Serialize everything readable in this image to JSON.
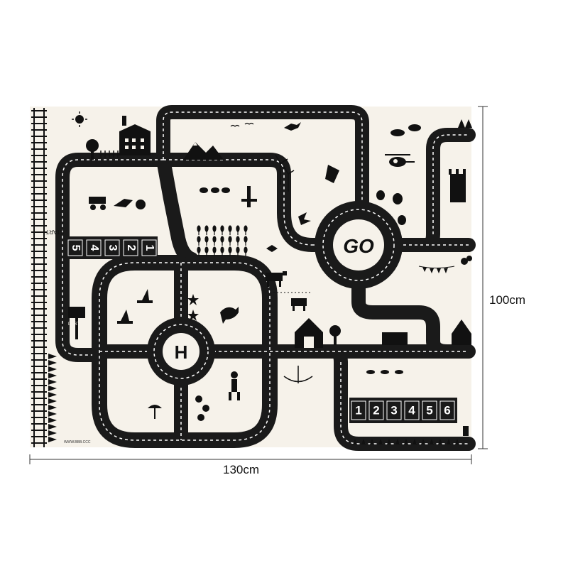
{
  "dimensions": {
    "width_label": "130cm",
    "height_label": "100cm"
  },
  "mat": {
    "roundabout_go_label": "GO",
    "helipad_label": "H",
    "start_label": "START",
    "post_label": "POST",
    "parking_left": [
      "1",
      "2",
      "3",
      "4",
      "5"
    ],
    "parking_bottom": [
      "1",
      "2",
      "3",
      "4",
      "5",
      "6"
    ],
    "footer_text": "WWW.BBB.CCC",
    "icons": [
      "sun-icon",
      "cloud-icon",
      "house-icon",
      "mountain-icon",
      "tree-icon",
      "windmill-icon",
      "helicopter-icon",
      "balloon-icon",
      "bird-icon",
      "cow-icon",
      "sailboat-icon",
      "dolphin-icon",
      "barn-icon",
      "circus-tent-icon",
      "castle-icon",
      "tractor-icon",
      "mailbox-icon",
      "log-pile-icon",
      "swing-icon",
      "flag-bunting-icon",
      "bush-icon",
      "wheat-icon",
      "person-icon",
      "fence-icon"
    ]
  },
  "colors": {
    "mat_bg": "#f6f2ea",
    "road": "#1a1a1a",
    "ink": "#111111",
    "page_bg": "#ffffff"
  }
}
